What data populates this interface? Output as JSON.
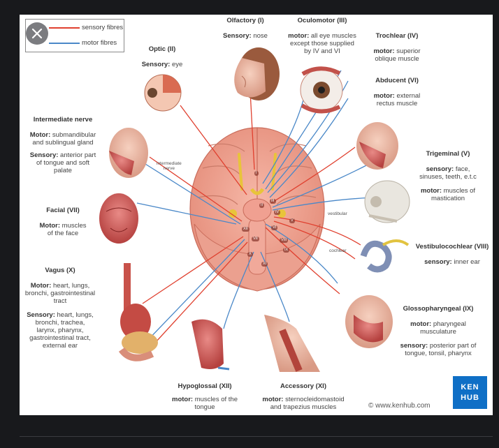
{
  "legend": {
    "sensory": {
      "label": "sensory fibres",
      "color": "#e0402f"
    },
    "motor": {
      "label": "motor fibres",
      "color": "#4a88c8"
    }
  },
  "close_button": {
    "icon": "close-icon"
  },
  "nerves": {
    "olfactory": {
      "name": "Olfactory (I)",
      "key": "Sensory:",
      "value": "nose"
    },
    "oculomotor": {
      "name": "Oculomotor (III)",
      "key": "motor:",
      "line1": "all eye muscles",
      "line2": "except those supplied",
      "line3": "by IV and VI"
    },
    "trochlear": {
      "name": "Trochlear (IV)",
      "key": "motor:",
      "line1": "superior",
      "line2": "oblique muscle"
    },
    "abducent": {
      "name": "Abducent (VI)",
      "key": "motor:",
      "line1": "external",
      "line2": "rectus muscle"
    },
    "optic": {
      "name": "Optic (II)",
      "key": "Sensory:",
      "value": "eye"
    },
    "intermediate": {
      "name": "Intermediate nerve",
      "motor_key": "Motor:",
      "motor1": "submandibular",
      "motor2": "and sublingual gland",
      "sensory_key": "Sensory:",
      "sensory1": "anterior part",
      "sensory2": "of tongue and soft",
      "sensory3": "palate"
    },
    "trigeminal": {
      "name": "Trigeminal (V)",
      "sensory_key": "sensory:",
      "sensory1": "face,",
      "sensory2": "sinuses, teeth, e.t.c",
      "motor_key": "motor:",
      "motor1": "muscles of",
      "motor2": "mastication"
    },
    "facial": {
      "name": "Facial (VII)",
      "key": "Motor:",
      "line1": "muscles",
      "line2": "of the face"
    },
    "vestibulocochlear": {
      "name": "Vestibulocochlear (VIII)",
      "key": "sensory:",
      "value": "inner ear"
    },
    "vagus": {
      "name": "Vagus (X)",
      "motor_key": "Motor:",
      "motor1": "heart, lungs,",
      "motor2": "bronchi, gastrointestinal",
      "motor3": "tract",
      "sensory_key": "Sensory:",
      "sensory1": "heart, lungs,",
      "sensory2": "bronchi, trachea,",
      "sensory3": "larynx, pharynx,",
      "sensory4": "gastrointestinal tract,",
      "sensory5": "external ear"
    },
    "glossopharyngeal": {
      "name": "Glossopharyngeal (IX)",
      "motor_key": "motor:",
      "motor1": "pharyngeal",
      "motor2": "musculature",
      "sensory_key": "sensory:",
      "sensory1": "posterior part of",
      "sensory2": "tongue, tonsil, pharynx"
    },
    "hypoglossal": {
      "name": "Hypoglossal (XII)",
      "key": "motor:",
      "line1": "muscles of the",
      "line2": "tongue"
    },
    "accessory": {
      "name": "Accessory (XI)",
      "key": "motor:",
      "line1": "sternocleidomastoid",
      "line2": "and trapezius muscles"
    }
  },
  "small_labels": {
    "intermediate_nerve": [
      "intermediate",
      "nerve"
    ],
    "vestibular": "vestibular",
    "cochlear": "cochlear"
  },
  "brain_numerals": [
    "I",
    "II",
    "III",
    "IV",
    "V",
    "VI",
    "VII",
    "VIII",
    "IX",
    "X",
    "XI",
    "XII"
  ],
  "copyright": "© www.kenhub.com",
  "logo": {
    "line1": "KEN",
    "line2": "HUB",
    "color": "#0f6fc6"
  }
}
